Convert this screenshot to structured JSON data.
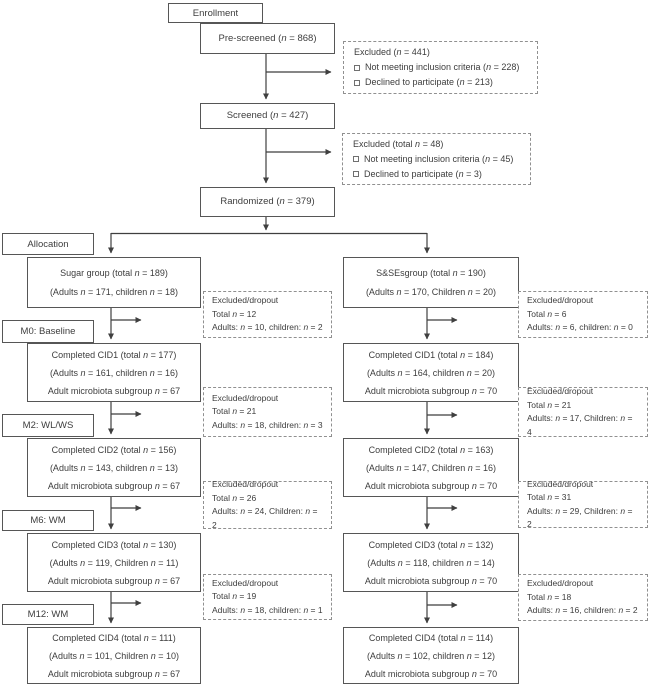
{
  "phases": [
    {
      "label": "Enrollment"
    },
    {
      "label": "Allocation"
    },
    {
      "label": "M0: Baseline"
    },
    {
      "label": "M2: WL/WS"
    },
    {
      "label": "M6: WM"
    },
    {
      "label": "M12: WM"
    }
  ],
  "top": {
    "prescreened": "Pre-screened (n = 868)",
    "screened": "Screened (n = 427)",
    "randomized": "Randomized (n = 379)",
    "excluded1": {
      "title": "Excluded (n = 441)",
      "items": [
        "Not meeting inclusion criteria (n = 228)",
        "Declined to participate (n = 213)"
      ]
    },
    "excluded2": {
      "title": "Excluded (total n = 48)",
      "items": [
        "Not meeting inclusion criteria (n = 45)",
        "Declined to participate (n = 3)"
      ]
    }
  },
  "left_arm": {
    "group": [
      "Sugar group (total n = 189)",
      "(Adults n = 171, children n = 18)"
    ],
    "cid": [
      [
        "Completed CID1 (total n = 177)",
        "(Adults n = 161, children n = 16)",
        "Adult microbiota subgroup n = 67"
      ],
      [
        "Completed CID2 (total n = 156)",
        "(Adults n = 143, children n = 13)",
        "Adult microbiota subgroup n = 67"
      ],
      [
        "Completed CID3 (total n = 130)",
        "(Adults n = 119, Children n = 11)",
        "Adult microbiota subgroup n = 67"
      ],
      [
        "Completed CID4 (total n = 111)",
        "(Adults n = 101, Children n = 10)",
        "Adult microbiota subgroup n = 67"
      ]
    ],
    "dropouts": [
      [
        "Excluded/dropout",
        "Total n = 12",
        "Adults: n = 10, children: n = 2"
      ],
      [
        "Excluded/dropout",
        "Total n = 21",
        "Adults: n = 18, children: n = 3"
      ],
      [
        "Excluded/dropout",
        "Total n = 26",
        "Adults: n = 24, Children: n = 2"
      ],
      [
        "Excluded/dropout",
        "Total n = 19",
        "Adults: n = 18, children: n = 1"
      ]
    ]
  },
  "right_arm": {
    "group": [
      "S&SEsgroup (total n = 190)",
      "(Adults n = 170, Children n = 20)"
    ],
    "cid": [
      [
        "Completed CID1 (total n = 184)",
        "(Adults n = 164, children n = 20)",
        "Adult microbiota subgroup n = 70"
      ],
      [
        "Completed CID2 (total n = 163)",
        "(Adults n = 147, Children n = 16)",
        "Adult microbiota subgroup n = 70"
      ],
      [
        "Completed CID3 (total n = 132)",
        "(Adults n = 118, children n = 14)",
        "Adult microbiota subgroup n = 70"
      ],
      [
        "Completed CID4 (total n = 114)",
        "(Adults n = 102, children n = 12)",
        "Adult microbiota subgroup n = 70"
      ]
    ],
    "dropouts": [
      [
        "Excluded/dropout",
        "Total n = 6",
        "Adults: n = 6, children: n = 0"
      ],
      [
        "Excluded/dropout",
        "Total n = 21",
        "Adults: n = 17, Children: n = 4"
      ],
      [
        "Excluded/dropout",
        "Total n = 31",
        "Adults: n = 29, Children: n = 2"
      ],
      [
        "Excluded/dropout",
        "Total n = 18",
        "Adults: n = 16, children: n = 2"
      ]
    ]
  }
}
